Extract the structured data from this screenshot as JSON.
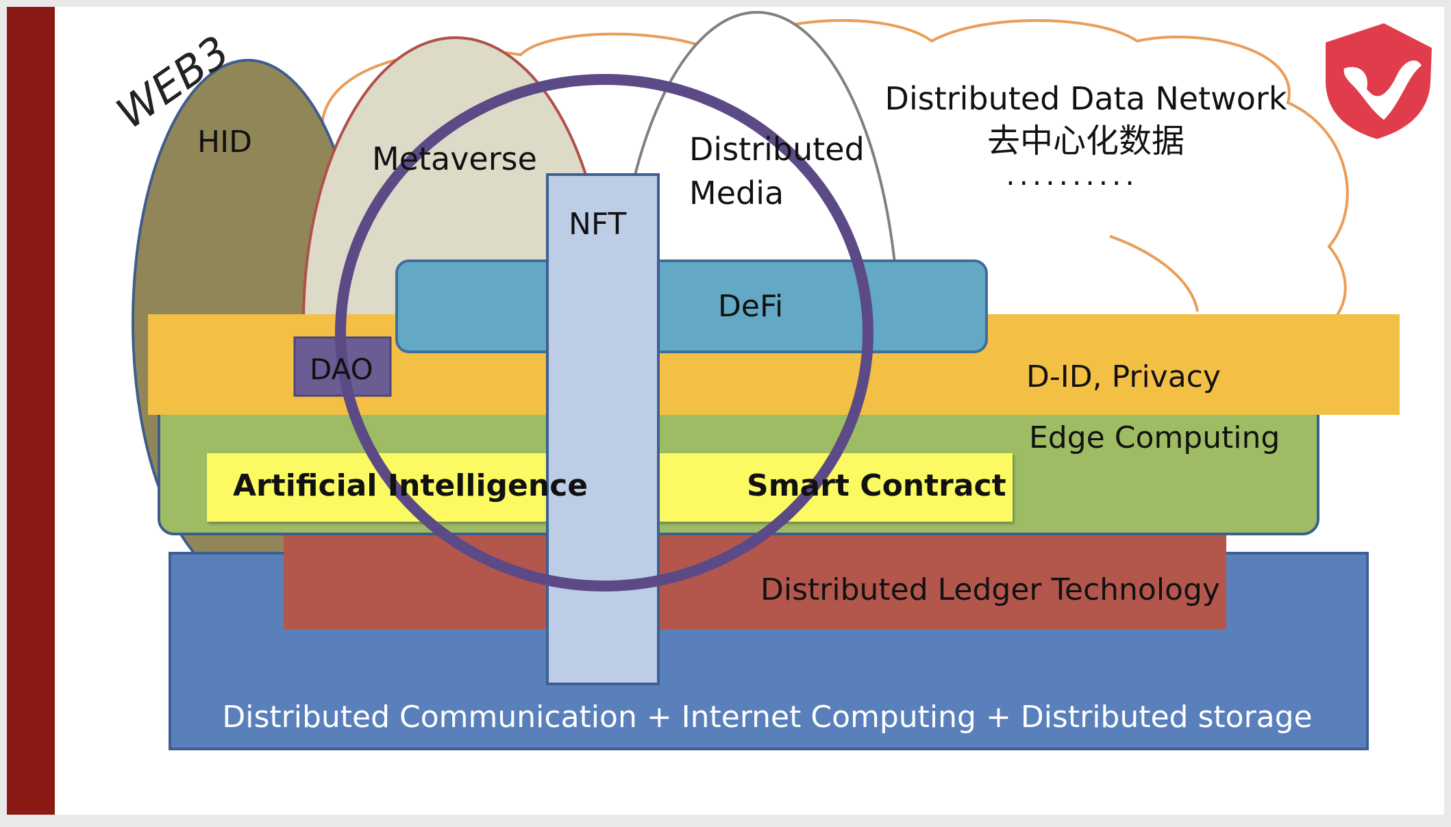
{
  "slide": {
    "corner_title": "WEB3",
    "logo_name": "shield-logo"
  },
  "diagram": {
    "cloud_text": {
      "line1": "Distributed Data Network",
      "line2": "去中心化数据",
      "line3": "··········"
    },
    "ovals": {
      "hid": "HID",
      "metaverse": "Metaverse",
      "distributed_media_line1": "Distributed",
      "distributed_media_line2": "Media"
    },
    "nft": "NFT",
    "defi": "DeFi",
    "dao": "DAO",
    "layers": {
      "did_privacy": "D-ID, Privacy",
      "edge_computing": "Edge Computing",
      "artificial_intelligence": "Artificial Intelligence",
      "smart_contract": "Smart Contract",
      "ledger": "Distributed Ledger Technology",
      "base": "Distributed Communication + Internet Computing + Distributed storage"
    }
  },
  "colors": {
    "left_bar": "#8b1a14",
    "hid_oval": "#918657",
    "metaverse_oval": "#dddac8",
    "defi": "#63a8c4",
    "nft": "#bdcde6",
    "did_band": "#f3bf45",
    "edge_band": "#9dbc63",
    "yellow_boxes": "#fbfa63",
    "ledger": "#b3574d",
    "base": "#5a80bb",
    "ring": "#5b4a86",
    "cloud_stroke": "#e99d58",
    "logo": "#e03c4b"
  }
}
